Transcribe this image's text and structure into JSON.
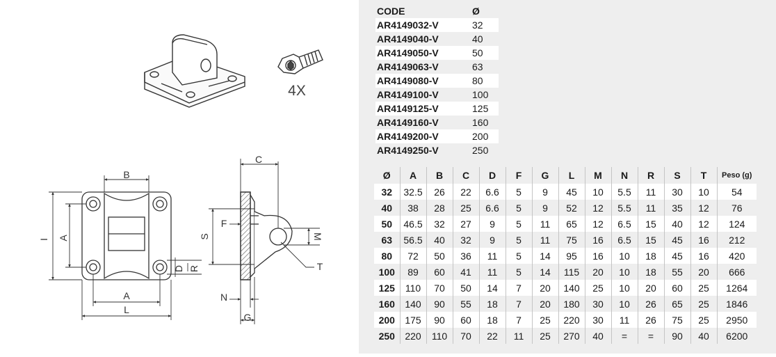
{
  "drawing": {
    "screw_quantity": "4X",
    "front_view_labels": {
      "B": "B",
      "A_inner": "A",
      "I": "I",
      "A_bottom": "A",
      "L": "L",
      "D": "D",
      "R": "R"
    },
    "side_view_labels": {
      "C": "C",
      "F": "F",
      "S": "S",
      "M": "M",
      "T": "T",
      "N": "N",
      "G": "G"
    }
  },
  "code_table": {
    "headers": [
      "CODE",
      "Ø"
    ],
    "rows": [
      [
        "AR4149032-V",
        "32"
      ],
      [
        "AR4149040-V",
        "40"
      ],
      [
        "AR4149050-V",
        "50"
      ],
      [
        "AR4149063-V",
        "63"
      ],
      [
        "AR4149080-V",
        "80"
      ],
      [
        "AR4149100-V",
        "100"
      ],
      [
        "AR4149125-V",
        "125"
      ],
      [
        "AR4149160-V",
        "160"
      ],
      [
        "AR4149200-V",
        "200"
      ],
      [
        "AR4149250-V",
        "250"
      ]
    ]
  },
  "dimension_table": {
    "headers": [
      "Ø",
      "A",
      "B",
      "C",
      "D",
      "F",
      "G",
      "L",
      "M",
      "N",
      "R",
      "S",
      "T",
      "Peso (g)"
    ],
    "rows": [
      [
        "32",
        "32.5",
        "26",
        "22",
        "6.6",
        "5",
        "9",
        "45",
        "10",
        "5.5",
        "11",
        "30",
        "10",
        "54"
      ],
      [
        "40",
        "38",
        "28",
        "25",
        "6.6",
        "5",
        "9",
        "52",
        "12",
        "5.5",
        "11",
        "35",
        "12",
        "76"
      ],
      [
        "50",
        "46.5",
        "32",
        "27",
        "9",
        "5",
        "11",
        "65",
        "12",
        "6.5",
        "15",
        "40",
        "12",
        "124"
      ],
      [
        "63",
        "56.5",
        "40",
        "32",
        "9",
        "5",
        "11",
        "75",
        "16",
        "6.5",
        "15",
        "45",
        "16",
        "212"
      ],
      [
        "80",
        "72",
        "50",
        "36",
        "11",
        "5",
        "14",
        "95",
        "16",
        "10",
        "18",
        "45",
        "16",
        "420"
      ],
      [
        "100",
        "89",
        "60",
        "41",
        "11",
        "5",
        "14",
        "115",
        "20",
        "10",
        "18",
        "55",
        "20",
        "666"
      ],
      [
        "125",
        "110",
        "70",
        "50",
        "14",
        "7",
        "20",
        "140",
        "25",
        "10",
        "20",
        "60",
        "25",
        "1264"
      ],
      [
        "160",
        "140",
        "90",
        "55",
        "18",
        "7",
        "20",
        "180",
        "30",
        "10",
        "26",
        "65",
        "25",
        "1846"
      ],
      [
        "200",
        "175",
        "90",
        "60",
        "18",
        "7",
        "25",
        "220",
        "30",
        "11",
        "26",
        "75",
        "25",
        "2950"
      ],
      [
        "250",
        "220",
        "110",
        "70",
        "22",
        "11",
        "25",
        "270",
        "40",
        "=",
        "=",
        "90",
        "40",
        "6200"
      ]
    ]
  }
}
